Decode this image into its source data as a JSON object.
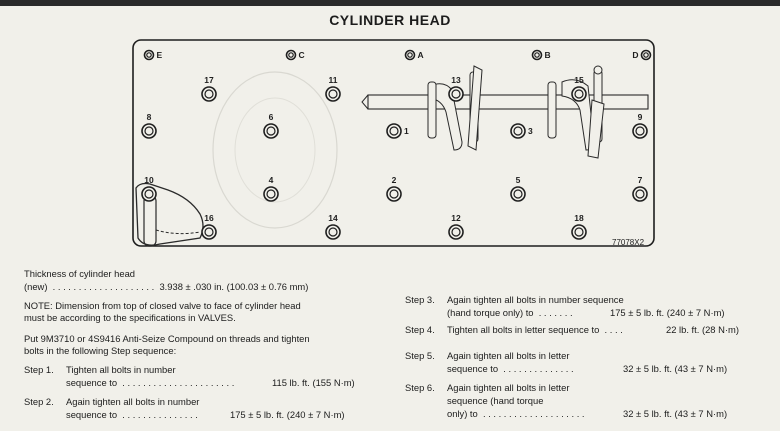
{
  "title": "CYLINDER HEAD",
  "diagram": {
    "figure_code": "77078X2",
    "letter_bolts": [
      "E",
      "C",
      "A",
      "B",
      "D"
    ],
    "number_bolts": [
      "17",
      "11",
      "13",
      "15",
      "8",
      "6",
      "1",
      "3",
      "9",
      "10",
      "4",
      "2",
      "5",
      "7",
      "16",
      "14",
      "12",
      "18"
    ]
  },
  "thickness": {
    "heading": "Thickness of cylinder head",
    "line": "(new)  . . . . . . . . . . . . . . . . . . . .  3.938 ± .030 in. (100.03 ± 0.76 mm)"
  },
  "note": {
    "line1": "NOTE: Dimension from top of closed valve to face of cylinder head",
    "line2": "must be according to the specifications in VALVES."
  },
  "compound": {
    "line1": "Put 9M3710 or 4S9416 Anti-Seize Compound on threads and tighten",
    "line2": "bolts in the following Step sequence:"
  },
  "steps_left": [
    {
      "num": "Step 1.",
      "line1": "Tighten all bolts in number",
      "line2": "sequence to  . . . . . . . . . . . . . . . . . . . . . .",
      "value": "115 lb. ft. (155 N·m)"
    },
    {
      "num": "Step 2.",
      "line1": "Again tighten all bolts in number",
      "line2": "sequence to  . . . . . . . . . . . . . . .",
      "value": "175 ± 5 lb. ft. (240 ± 7 N·m)"
    }
  ],
  "steps_right": [
    {
      "num": "Step 3.",
      "line1": "Again tighten all bolts in number sequence",
      "line2": "(hand torque only) to  . . . . . . .",
      "value": "175 ± 5 lb. ft. (240 ± 7 N·m)"
    },
    {
      "num": "Step 4.",
      "line1": "Tighten all bolts in letter sequence to  . . . .",
      "value": "22 lb. ft. (28 N·m)"
    },
    {
      "num": "Step 5.",
      "line1": "Again tighten all bolts in letter",
      "line2": "sequence to  . . . . . . . . . . . . . .",
      "value": "32 ± 5 lb. ft. (43 ± 7 N·m)"
    },
    {
      "num": "Step 6.",
      "line1": "Again tighten all bolts in letter",
      "line2": "sequence (hand torque",
      "line3": "only) to  . . . . . . . . . . . . . . . . . . . .",
      "value": "32 ± 5 lb. ft. (43 ± 7 N·m)"
    }
  ]
}
